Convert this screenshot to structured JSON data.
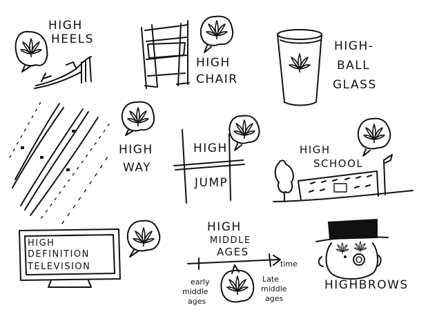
{
  "labels": {
    "high_heels": [
      "HIGH",
      "HEELS"
    ],
    "high_chair": [
      "HIGH",
      "CHAIR"
    ],
    "highball_glass": [
      "HIGH-",
      "BALL",
      "GLASS"
    ],
    "high_way": [
      "HIGH",
      "WAY"
    ],
    "high_jump": [
      "HIGH",
      "JUMP"
    ],
    "high_school": [
      "HIGH",
      "SCHOOL"
    ],
    "hdtv": [
      "HIGH",
      "DEFINITION",
      "TELEVISION"
    ],
    "high_middle_ages": [
      "HIGH",
      "MIDDLE",
      "AGES"
    ],
    "timeline_time": "time",
    "early_middle_ages": [
      "early",
      "middle",
      "ages"
    ],
    "late_middle_ages": [
      "Late",
      "middle",
      "ages"
    ],
    "highbrows": "HIGHBROWS"
  },
  "icons": {
    "leaf": "cannabis-leaf-icon"
  },
  "colors": {
    "ink": "#111111",
    "paper": "#ffffff"
  }
}
